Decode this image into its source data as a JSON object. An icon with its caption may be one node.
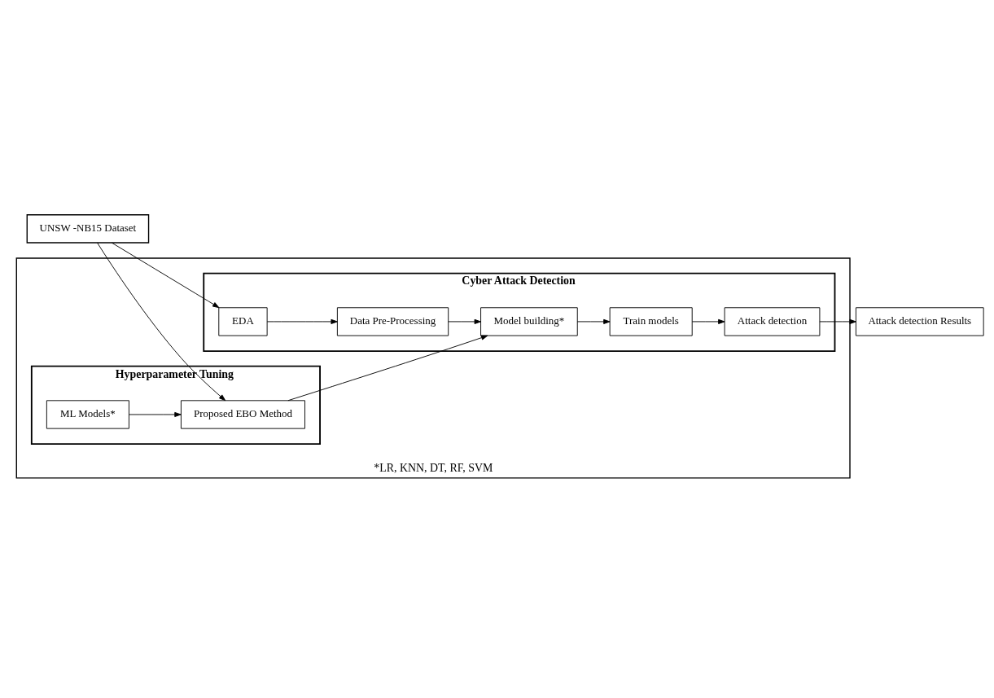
{
  "diagram": {
    "nodes": [
      {
        "text": [
          "UNSW -NB15 Dataset"
        ]
      },
      {
        "text": [
          "*LR, KNN, DT, RF, SVM"
        ]
      },
      {
        "text": [
          "Hyperparameter Tuning"
        ],
        "in": 1
      },
      {
        "text": [
          "Proposed EBO Method"
        ],
        "in": 2
      },
      {
        "text": [
          "ML Models*"
        ],
        "in": 2
      },
      {
        "text": [
          "Cyber Attack Detection"
        ],
        "in": 1
      },
      {
        "text": [
          "EDA"
        ],
        "in": 5
      },
      {
        "text": [
          "Data Pre-Processing"
        ],
        "in": 5
      },
      {
        "text": [
          "Model building*"
        ],
        "in": 5
      },
      {
        "text": [
          "Train models"
        ],
        "in": 5
      },
      {
        "text": [
          "Attack detection"
        ],
        "in": 5
      },
      {
        "text": [
          "Attack detection Results"
        ]
      }
    ],
    "edges": [
      {
        "from": 0,
        "to": 3,
        "arrow": "to"
      },
      {
        "from": 4,
        "to": 3,
        "arrow": "to"
      },
      {
        "from": 3,
        "to": 8,
        "arrow": "to"
      },
      {
        "from": 0,
        "to": 6,
        "arrow": "to"
      },
      {
        "from": 6,
        "to": 7,
        "arrow": "to"
      },
      {
        "from": 7,
        "to": 8,
        "arrow": "to"
      },
      {
        "from": 8,
        "to": 9,
        "arrow": "to"
      },
      {
        "from": 9,
        "to": 10,
        "arrow": "to"
      },
      {
        "from": 10,
        "to": 11,
        "arrow": "to"
      }
    ]
  }
}
